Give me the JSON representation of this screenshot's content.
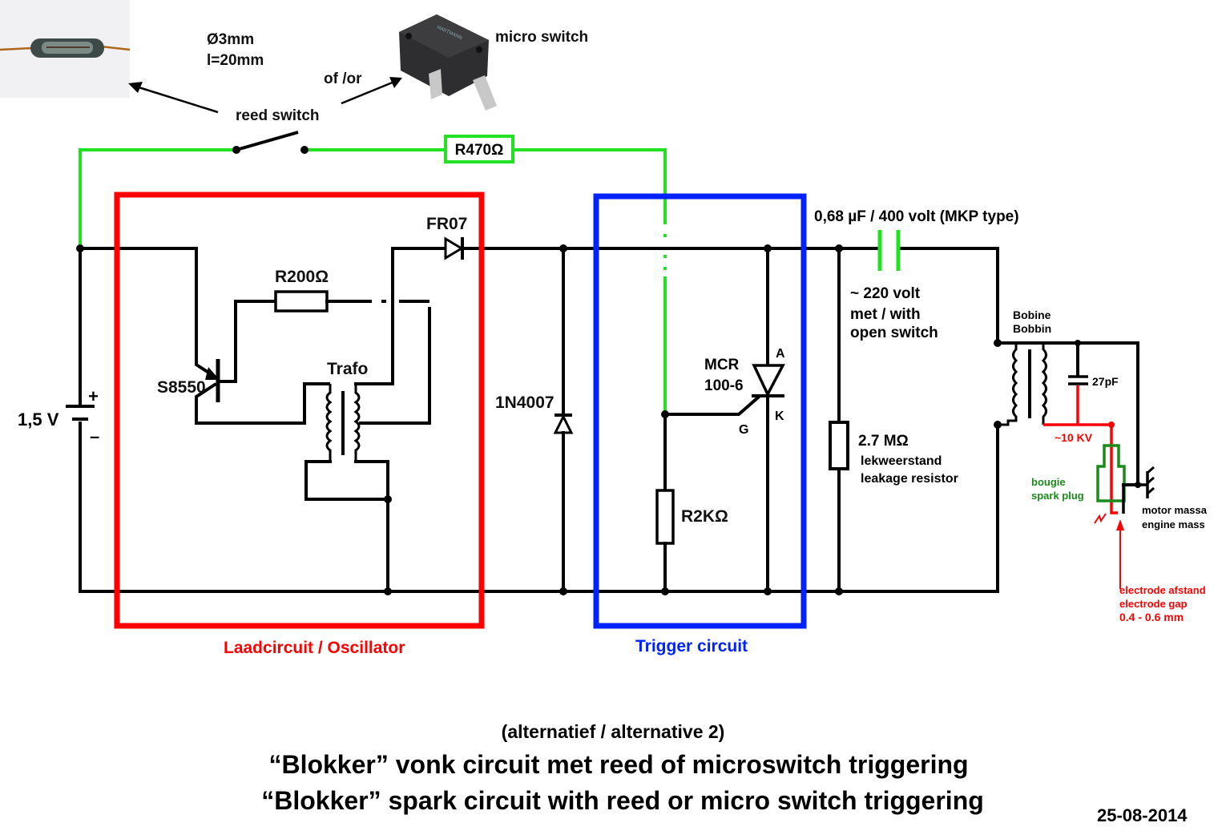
{
  "photos": {
    "reed_switch": {
      "dimension_diameter": "Ø3mm",
      "dimension_length": "l=20mm"
    },
    "micro_switch": {
      "label": "micro switch",
      "brand": "HARTMANN"
    },
    "or_label": "of /or",
    "reed_switch_label": "reed switch"
  },
  "components": {
    "r470": "R470Ω",
    "battery_voltage": "1,5 V",
    "battery_plus": "+",
    "battery_minus": "–",
    "transistor": "S8550",
    "r200": "R200Ω",
    "trafo": "Trafo",
    "diode_fr07": "FR07",
    "diode_1n4007": "1N4007",
    "thyristor_line1": "MCR",
    "thyristor_line2": "100-6",
    "pin_a": "A",
    "pin_k": "K",
    "pin_g": "G",
    "r2k": "R2KΩ",
    "capacitor_main": "0,68 µF / 400 volt (MKP type)",
    "voltage_note_1": "~ 220 volt",
    "voltage_note_2": "met / with",
    "voltage_note_3": "open switch",
    "r_leak_value": "2.7 MΩ",
    "r_leak_nl": "lekweerstand",
    "r_leak_en": "leakage resistor",
    "bobbin_nl": "Bobine",
    "bobbin_en": "Bobbin",
    "cap_27pf": "27pF",
    "hv": "~10 KV",
    "spark_plug_nl": "bougie",
    "spark_plug_en": "spark plug",
    "ground_nl": "motor massa",
    "ground_en": "engine mass",
    "gap_nl": "electrode afstand",
    "gap_en": "electrode gap",
    "gap_value": "0.4 - 0.6 mm"
  },
  "blocks": {
    "oscillator": "Laadcircuit / Oscillator",
    "trigger": "Trigger circuit"
  },
  "colors": {
    "oscillator_box": "#ff0000",
    "trigger_box": "#0022ff",
    "trigger_wire": "#22e022",
    "hv_wire": "#ff0000",
    "spark_plug": "#1a8a1a"
  },
  "footer": {
    "subtitle": "(alternatief / alternative 2)",
    "title_nl": "“Blokker” vonk circuit met reed of microswitch triggering",
    "title_en": "“Blokker” spark circuit with reed or micro switch triggering",
    "date": "25-08-2014"
  }
}
